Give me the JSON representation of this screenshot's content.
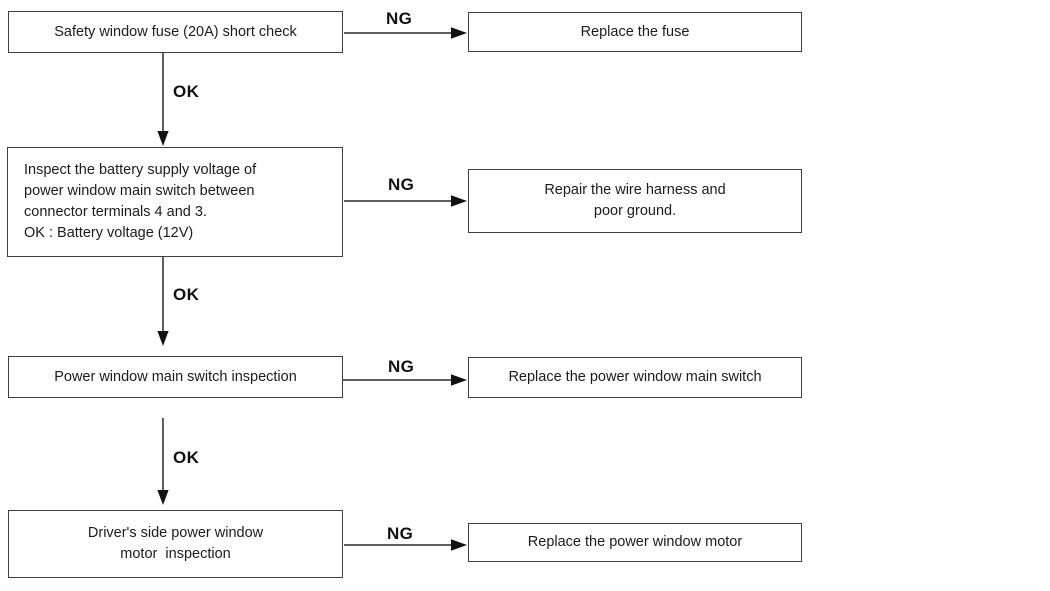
{
  "flowchart": {
    "connector_labels": {
      "ok": "OK",
      "ng": "NG"
    },
    "steps": [
      {
        "check": {
          "lines": [
            "Safety window fuse (20A) short check"
          ]
        },
        "ng_action": {
          "lines": [
            "Replace the fuse"
          ]
        }
      },
      {
        "check": {
          "lines": [
            "Inspect the battery supply voltage of",
            "power window main switch between",
            "connector terminals 4 and 3.",
            "OK : Battery voltage (12V)"
          ]
        },
        "ng_action": {
          "lines": [
            "Repair the wire harness and",
            "poor ground."
          ]
        }
      },
      {
        "check": {
          "lines": [
            "Power window main switch inspection"
          ]
        },
        "ng_action": {
          "lines": [
            "Replace the power window main switch"
          ]
        }
      },
      {
        "check": {
          "lines": [
            "Driver's side power window",
            "motor  inspection"
          ]
        },
        "ng_action": {
          "lines": [
            "Replace the power window motor"
          ]
        }
      }
    ],
    "colors": {
      "background": "#ffffff",
      "box_border": "#3f3f3f",
      "box_text": "#1c1c1c",
      "connector_line": "#2b2b2b",
      "label_text": "#111111"
    }
  }
}
